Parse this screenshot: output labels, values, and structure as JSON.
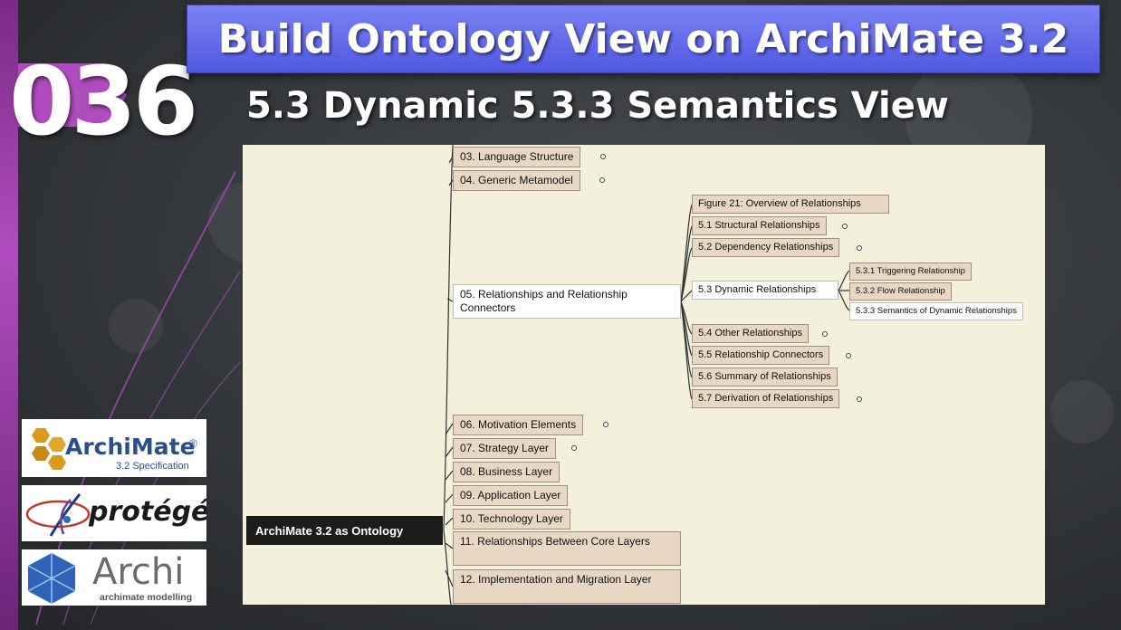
{
  "episode_number": "036",
  "title": "Build Ontology View on ArchiMate 3.2",
  "subtitle": "5.3 Dynamic 5.3.3 Semantics View",
  "logos": {
    "archimate": {
      "name": "ArchiMate",
      "reg": "®",
      "spec": "3.2 Specification"
    },
    "protege": {
      "name": "protégé"
    },
    "archi": {
      "name": "Archi",
      "tagline": "archimate modelling"
    }
  },
  "mindmap": {
    "root": "ArchiMate 3.2 as Ontology",
    "chapters": [
      "03. Language Structure",
      "04. Generic Metamodel",
      "05. Relationships and Relationship Connectors",
      "06. Motivation Elements",
      "07. Strategy Layer",
      "08. Business Layer",
      "09. Application Layer",
      "10. Technology Layer",
      "11. Relationships Between Core Layers",
      "12. Implementation and Migration Layer"
    ],
    "sections": [
      "Figure 21: Overview of Relationships",
      "5.1 Structural Relationships",
      "5.2 Dependency Relationships",
      "5.3 Dynamic Relationships",
      "5.4 Other Relationships",
      "5.5 Relationship Connectors",
      "5.6 Summary of Relationships",
      "5.7 Derivation of Relationships"
    ],
    "subsections": [
      "5.3.1 Triggering Relationship",
      "5.3.2 Flow Relationship",
      "5.3.3 Semantics of Dynamic Relationships"
    ]
  },
  "colors": {
    "banner": "#5f67ea",
    "accent_purple": "#b04cbf",
    "node_fill": "#e8d7c3",
    "canvas": "#f3f0db",
    "root_fill": "#1c1c1c"
  }
}
